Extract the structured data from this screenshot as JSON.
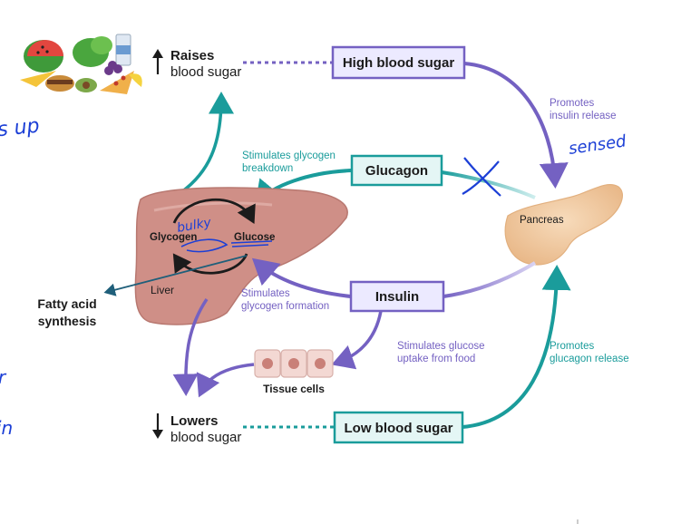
{
  "raises": {
    "title": "Raises",
    "subtitle": "blood sugar"
  },
  "lowers": {
    "title": "Lowers",
    "subtitle": "blood sugar"
  },
  "boxes": {
    "high": "High blood sugar",
    "glucagon": "Glucagon",
    "insulin": "Insulin",
    "low": "Low blood sugar"
  },
  "liver": {
    "glycogen": "Glycogen",
    "glucose": "Glucose",
    "label": "Liver"
  },
  "pancreas": "Pancreas",
  "tissue": "Tissue cells",
  "annotations": {
    "promotes_insulin": [
      "Promotes",
      "insulin release"
    ],
    "stimulates_breakdown": [
      "Stimulates glycogen",
      "breakdown"
    ],
    "stimulates_formation": [
      "Stimulates",
      "glycogen formation"
    ],
    "stimulates_uptake": [
      "Stimulates glucose",
      "uptake from food"
    ],
    "promotes_glucagon": [
      "Promotes",
      "glucagon release"
    ]
  },
  "fatty_acid": [
    "Fatty acid",
    "synthesis"
  ],
  "handwritten": {
    "top_left": "s up",
    "sensed": "sensed",
    "bulky": "bulky",
    "left_mid": "r",
    "left_low": "in"
  },
  "colors": {
    "purple": "#7461c2",
    "teal": "#1a9c9b",
    "liver": "#cf8f87",
    "pancreas": "#f2c9a0",
    "box_purple_bg": "#eceaff",
    "box_teal_bg": "#e4f6f5",
    "ink_blue": "#1c3fd6"
  },
  "icons": [
    "food-icon",
    "up-arrow-icon",
    "down-arrow-icon",
    "cross-mark-icon"
  ]
}
